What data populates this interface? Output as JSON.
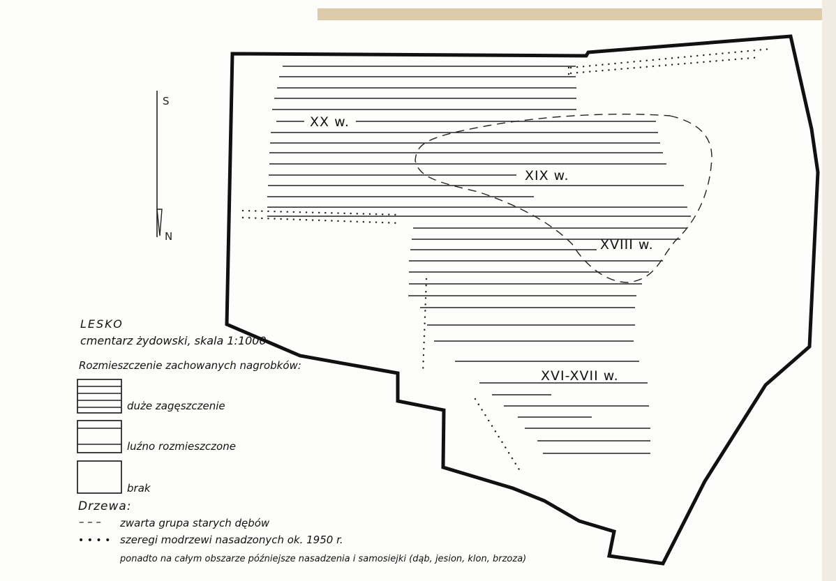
{
  "map": {
    "compass": {
      "south": "S",
      "north": "N"
    },
    "century_labels": {
      "xx": "XX w.",
      "xix": "XIX w.",
      "xviii": "XVIII w.",
      "xvi_xvii": "XVI-XVII w."
    }
  },
  "legend": {
    "place": "LESKO",
    "subtitle": "cmentarz żydowski, skala 1:1000",
    "heading": "Rozmieszczenie zachowanych nagrobków:",
    "items": [
      {
        "label": "duże zagęszczenie"
      },
      {
        "label": "luźno rozmieszczone"
      },
      {
        "label": "brak"
      }
    ],
    "trees_heading": "Drzewa:",
    "trees": [
      {
        "symbol": "– – –",
        "label": "zwarta grupa starych dębów"
      },
      {
        "symbol": "• • • •",
        "label": "szeregi modrzewi nasadzonych ok. 1950 r."
      }
    ],
    "footnote": "ponadto na całym obszarze późniejsze nasadzenia i samosiejki (dąb, jesion, klon, brzoza)"
  }
}
